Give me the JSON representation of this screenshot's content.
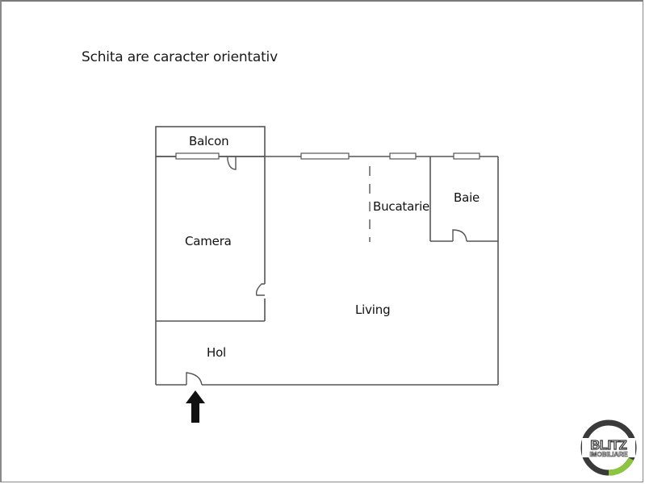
{
  "note": "Schita are caracter orientativ",
  "rooms": {
    "balcon": "Balcon",
    "camera": "Camera",
    "bucatarie": "Bucatarie",
    "baie": "Baie",
    "living": "Living",
    "hol": "Hol"
  },
  "entrance": {
    "icon": "arrow-up-icon"
  },
  "logo": {
    "line1": "BLITZ",
    "line2": "IMOBILIARE",
    "colors": {
      "ring_dark": "#3a3a3a",
      "ring_accent": "#8cc63f",
      "text": "#333333"
    }
  },
  "colors": {
    "wall": "#555555",
    "background": "#ffffff",
    "border": "#8a8a8a"
  }
}
